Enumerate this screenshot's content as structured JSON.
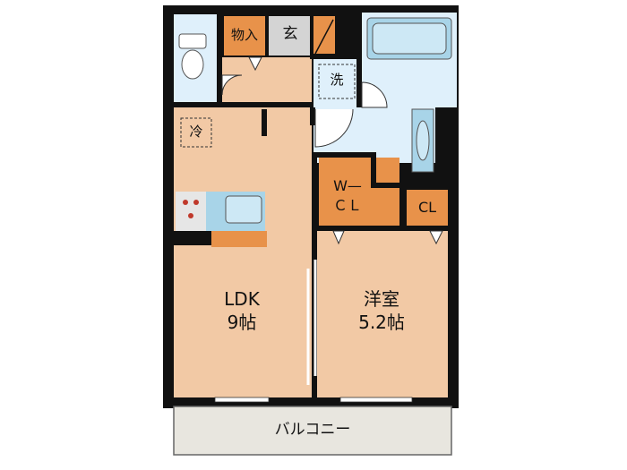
{
  "rooms": {
    "storage": "物入",
    "entrance": "玄",
    "laundry": "洗",
    "fridge": "冷",
    "walk_in_closet_line1": "W—",
    "walk_in_closet_line2": "ＣＬ",
    "closet": "CL",
    "ldk_name": "LDK",
    "ldk_size": "9帖",
    "western_name": "洋室",
    "western_size": "5.2帖",
    "balcony": "バルコニー"
  },
  "colors": {
    "floor": "#f2c9a5",
    "wet_area": "#dff0fb",
    "storage": "#e8924a",
    "entrance": "#d4d4d4",
    "balcony": "#e8e6df",
    "wall": "#111111"
  }
}
